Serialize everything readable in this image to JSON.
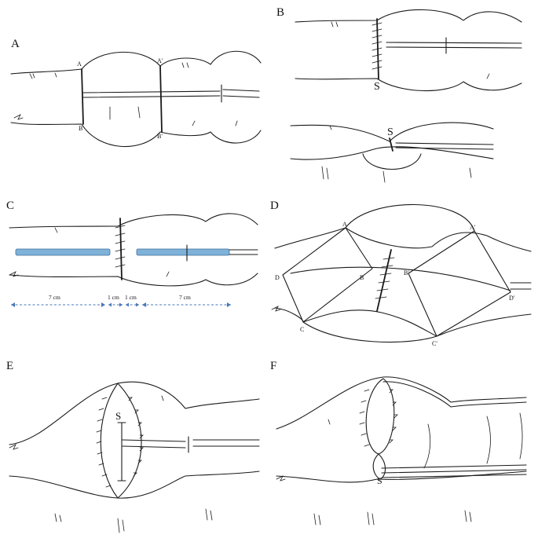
{
  "panels": {
    "A": {
      "label": "A",
      "marks": [
        "A",
        "A'",
        "B",
        "B'"
      ]
    },
    "B": {
      "label": "B",
      "suture_letter_top": "S",
      "suture_letter_bottom": "S"
    },
    "C": {
      "label": "C",
      "measurements": [
        "7 cm",
        "1 cm",
        "1 cm",
        "7 cm"
      ]
    },
    "D": {
      "label": "D",
      "marks": [
        "A",
        "A'",
        "B",
        "B'",
        "C",
        "C'",
        "D",
        "D'"
      ]
    },
    "E": {
      "label": "E",
      "suture_letter": "S"
    },
    "F": {
      "label": "F",
      "suture_letter": "S"
    }
  },
  "colors": {
    "measurement_arrows": "#4a78b8",
    "marker_strip": "#7fb2d9"
  }
}
